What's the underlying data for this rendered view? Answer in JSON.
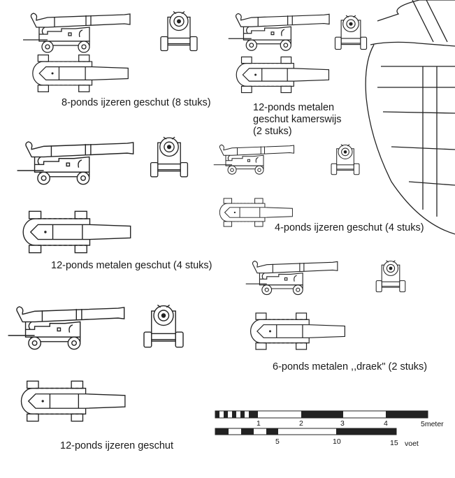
{
  "labels": {
    "g1": "8-ponds ijzeren geschut  (8 stuks)",
    "g2_line1": "12-ponds metalen",
    "g2_line2": "geschut kamerswijs",
    "g2_line3": "(2 stuks)",
    "g3": "12-ponds metalen geschut (4 stuks)",
    "g4": "4-ponds ijzeren geschut (4 stuks)",
    "g5": "6-ponds metalen ,,draek\" (2 stuks)",
    "g6": "12-ponds ijzeren geschut"
  },
  "scale_meter": {
    "ticks": [
      "1",
      "2",
      "3",
      "4"
    ],
    "end": "5meter"
  },
  "scale_voet": {
    "ticks": [
      "5",
      "10"
    ],
    "end": "15",
    "unit": "voet"
  }
}
